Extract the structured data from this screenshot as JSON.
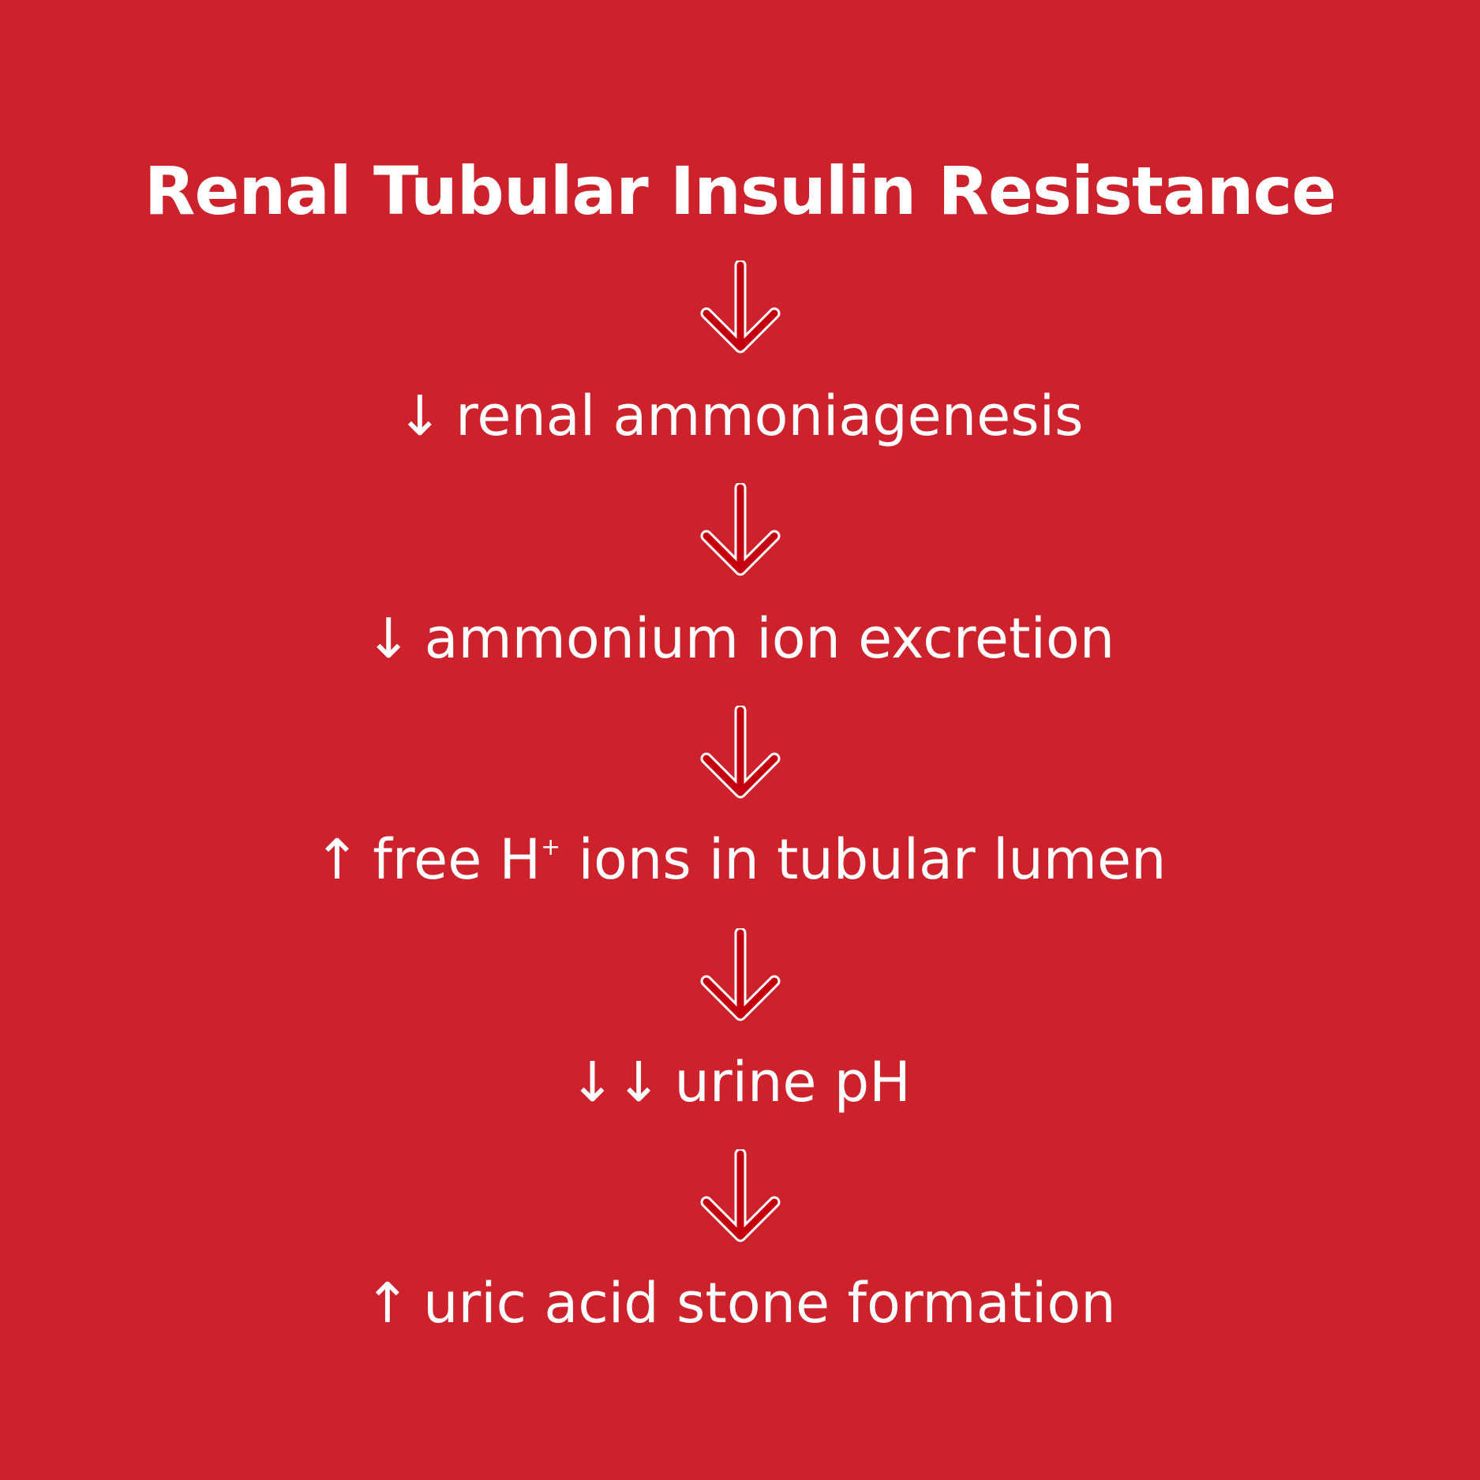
{
  "title": "Renal Tubular Insulin Resistance",
  "colors": {
    "background": "#cd212b",
    "text": "#ffffff",
    "arrow_fill": "#c4000f",
    "arrow_outline": "#ffffff"
  },
  "steps": [
    {
      "symbol": "↓",
      "text": "renal ammoniagenesis"
    },
    {
      "symbol": "↓",
      "text": "ammonium ion excretion"
    },
    {
      "symbol": "↑",
      "text_before": "free H",
      "superscript": "+",
      "text_after": " ions in tubular lumen"
    },
    {
      "symbol": "↓↓",
      "text": "urine pH"
    },
    {
      "symbol": "↑",
      "text": "uric acid stone formation"
    }
  ],
  "connectors": [
    {
      "icon": "down-arrow-icon"
    },
    {
      "icon": "down-arrow-icon"
    },
    {
      "icon": "down-arrow-icon"
    },
    {
      "icon": "down-arrow-icon"
    },
    {
      "icon": "down-arrow-icon"
    }
  ]
}
